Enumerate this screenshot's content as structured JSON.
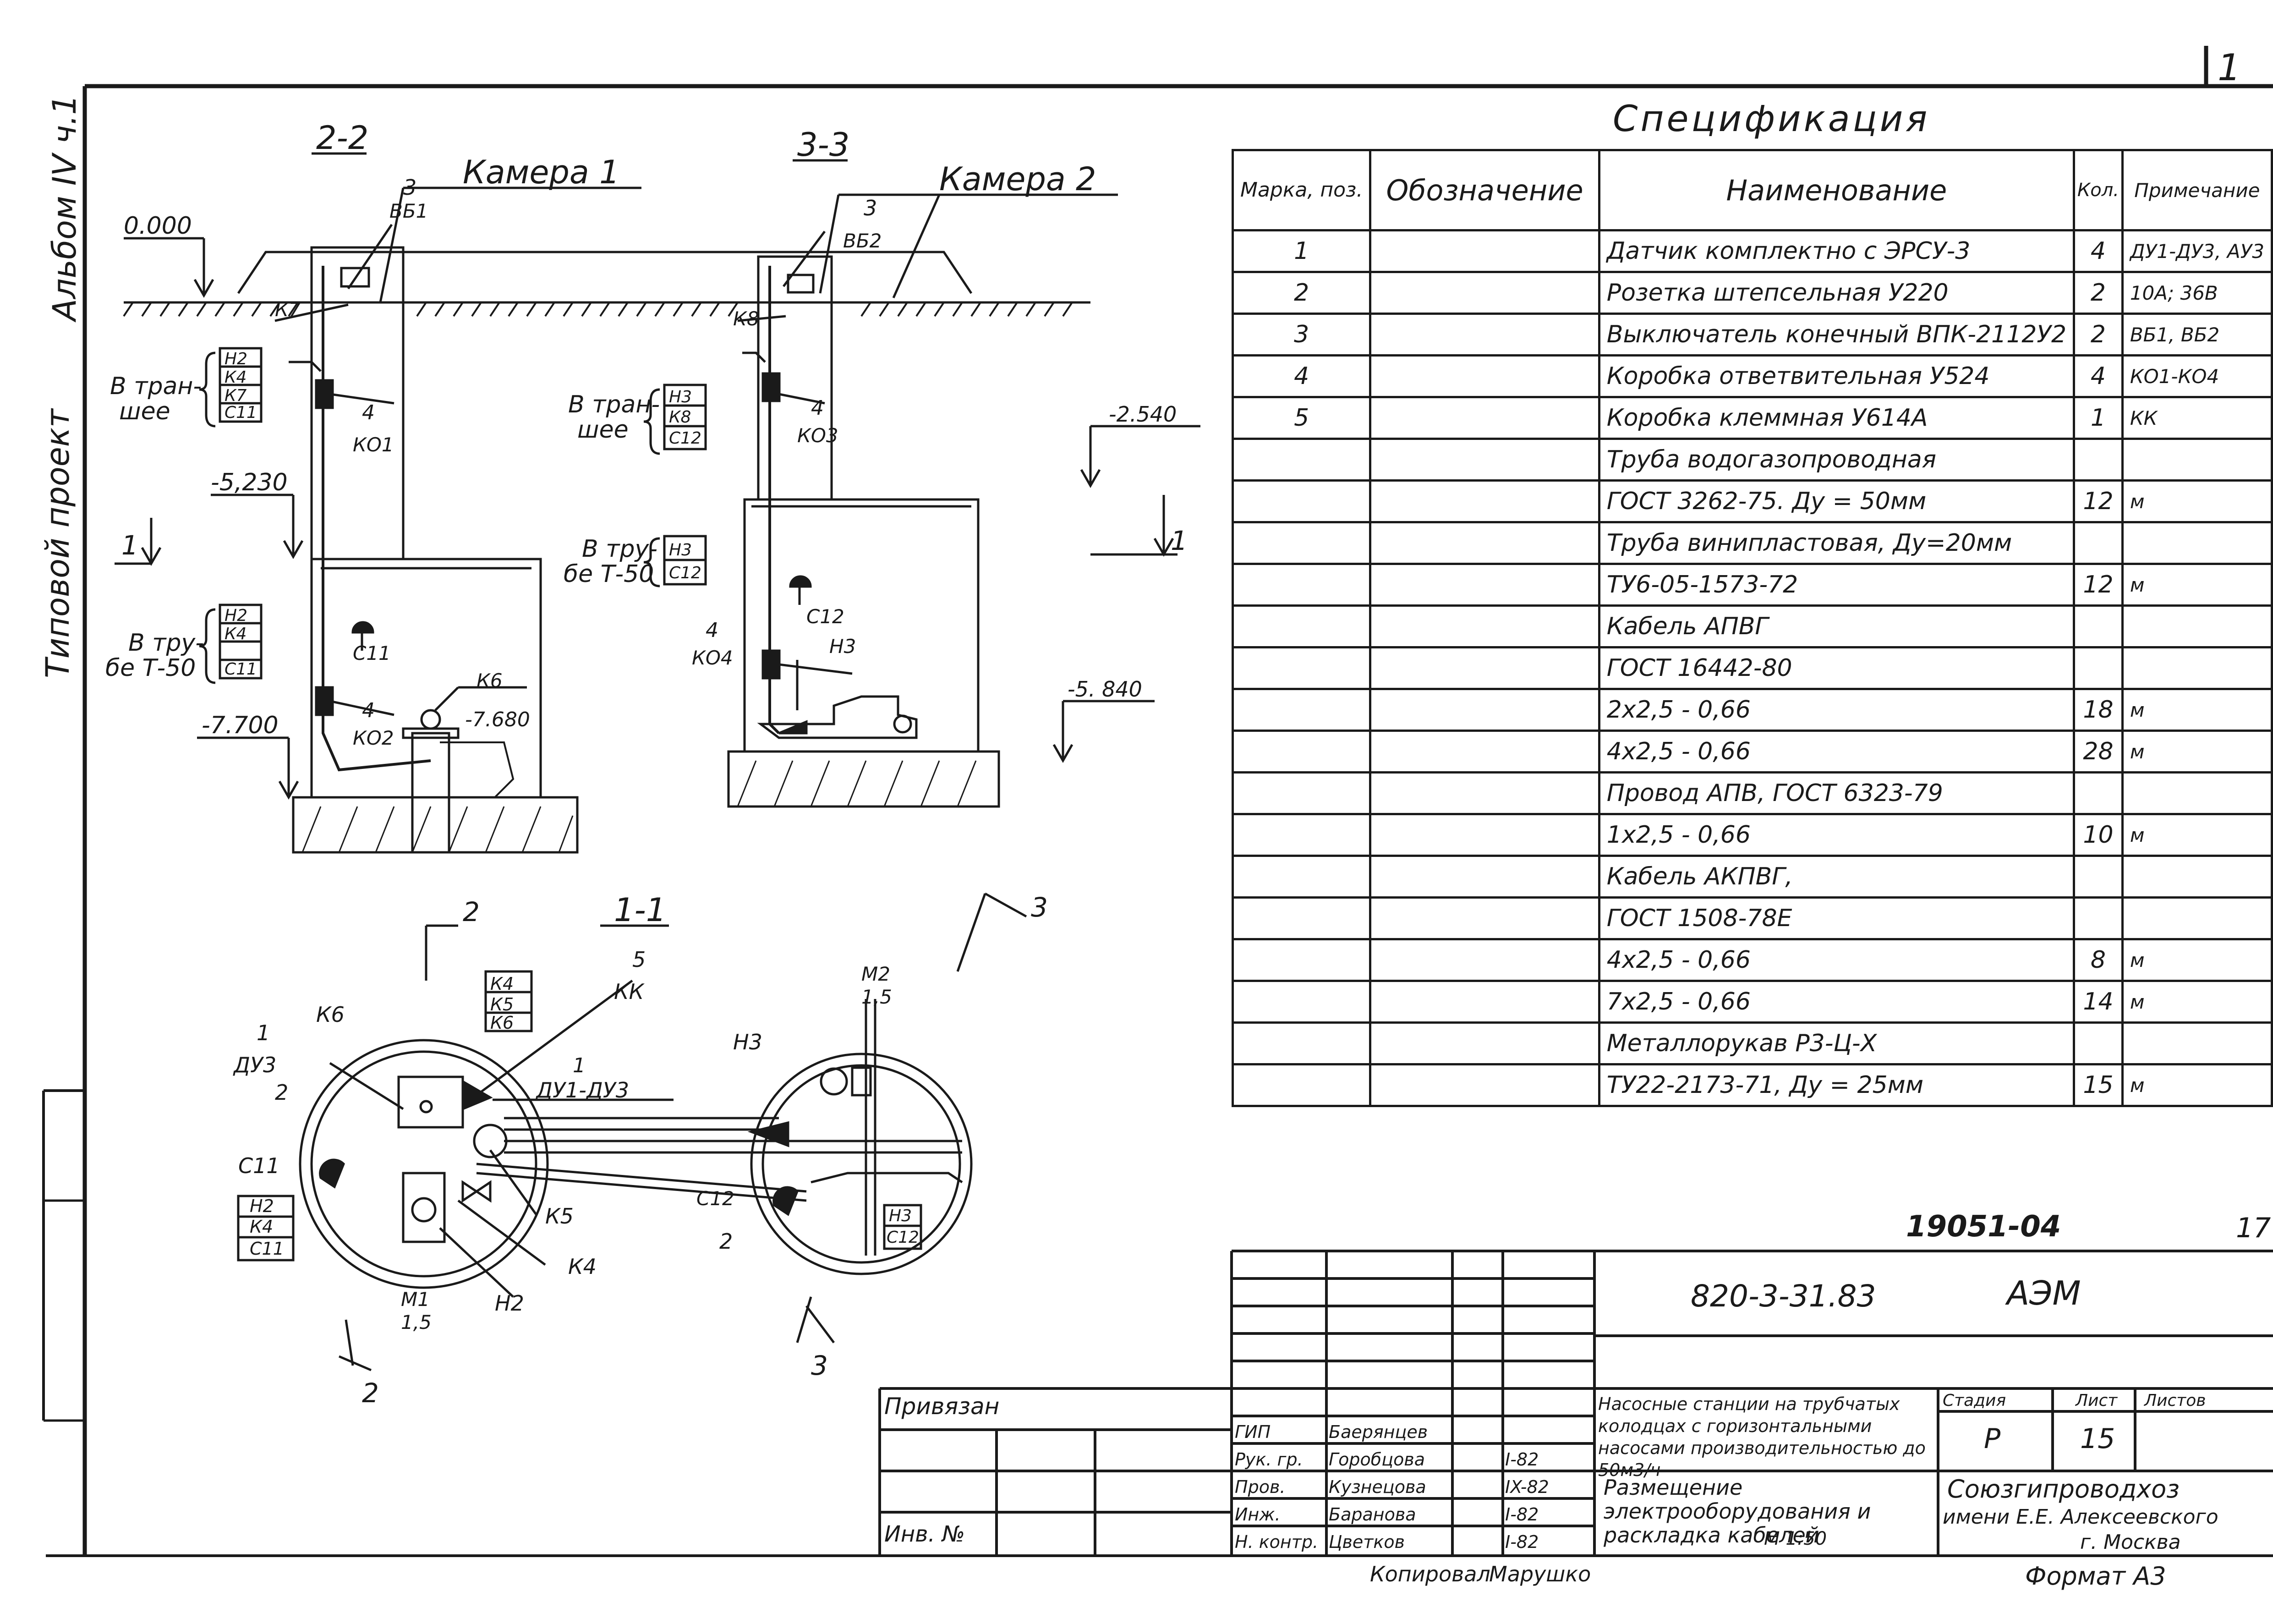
{
  "sheet_number_corner": "1",
  "side_labels": {
    "album": "Альбом IV ч.1",
    "project": "Типовой проект"
  },
  "drawing": {
    "section_22": "2-2",
    "section_33": "3-3",
    "section_11": "1-1",
    "camera1": "Камера 1",
    "camera2": "Камера 2",
    "level_0": "0.000",
    "level_5230": "-5,230",
    "level_7700": "-7.700",
    "level_7680": "-7.680",
    "level_2540": "-2.540",
    "level_5840": "-5. 840",
    "in_trench_1": "В тран-",
    "in_trench_2": "шее",
    "in_pipe_1": "В тру-",
    "in_pipe_2": "бе Т-50",
    "tags": {
      "t3": "3",
      "vb1": "ВБ1",
      "vb2": "ВБ2",
      "k7": "К7",
      "k8": "К8",
      "n2": "Н2",
      "k4": "К4",
      "c11": "С11",
      "n3": "Н3",
      "c12": "С12",
      "n4": "4",
      "ko1": "КО1",
      "ko2": "КО2",
      "ko3": "КО3",
      "ko4": "КО4",
      "k6": "К6",
      "k5": "К5",
      "kk": "КК",
      "n5": "5",
      "n1": "1",
      "n2n": "2",
      "du3": "ДУ3",
      "du1du3": "ДУ1-ДУ3",
      "m1": "М1",
      "m2": "М2",
      "v15": "1,5",
      "sec1": "1",
      "sec2": "2",
      "sec3": "3"
    }
  },
  "spec": {
    "title": "Спецификация",
    "headers": {
      "mark": "Марка, поз.",
      "designation": "Обозначение",
      "name": "Наименование",
      "qty": "Кол.",
      "note": "Примечание"
    },
    "rows": [
      {
        "mark": "1",
        "name": "Датчик комплектно с ЭРСУ-3",
        "qty": "4",
        "note": "ДУ1-ДУ3, АУ3"
      },
      {
        "mark": "2",
        "name": "Розетка штепсельная У220",
        "qty": "2",
        "note": "10А; 36В"
      },
      {
        "mark": "3",
        "name": "Выключатель конечный ВПК-2112У2",
        "qty": "2",
        "note": "ВБ1, ВБ2"
      },
      {
        "mark": "4",
        "name": "Коробка ответвительная У524",
        "qty": "4",
        "note": "КО1-КО4"
      },
      {
        "mark": "5",
        "name": "Коробка клеммная У614А",
        "qty": "1",
        "note": "КК"
      },
      {
        "mark": "",
        "name": "Труба водогазопроводная",
        "qty": "",
        "note": ""
      },
      {
        "mark": "",
        "name": "ГОСТ 3262-75. Ду = 50мм",
        "qty": "12",
        "note": "м"
      },
      {
        "mark": "",
        "name": "Труба винипластовая, Ду=20мм",
        "qty": "",
        "note": ""
      },
      {
        "mark": "",
        "name": "ТУ6-05-1573-72",
        "qty": "12",
        "note": "м"
      },
      {
        "mark": "",
        "name": "Кабель АПВГ",
        "qty": "",
        "note": ""
      },
      {
        "mark": "",
        "name": "ГОСТ 16442-80",
        "qty": "",
        "note": ""
      },
      {
        "mark": "",
        "name": "2х2,5 - 0,66",
        "qty": "18",
        "note": "м"
      },
      {
        "mark": "",
        "name": "4х2,5 - 0,66",
        "qty": "28",
        "note": "м"
      },
      {
        "mark": "",
        "name": "Провод АПВ, ГОСТ 6323-79",
        "qty": "",
        "note": ""
      },
      {
        "mark": "",
        "name": "1х2,5 - 0,66",
        "qty": "10",
        "note": "м"
      },
      {
        "mark": "",
        "name": "Кабель АКПВГ,",
        "qty": "",
        "note": ""
      },
      {
        "mark": "",
        "name": "ГОСТ 1508-78Е",
        "qty": "",
        "note": ""
      },
      {
        "mark": "",
        "name": "4х2,5 - 0,66",
        "qty": "8",
        "note": "м"
      },
      {
        "mark": "",
        "name": "7х2,5 - 0,66",
        "qty": "14",
        "note": "м"
      },
      {
        "mark": "",
        "name": "Металлорукав Р3-Ц-Х",
        "qty": "",
        "note": ""
      },
      {
        "mark": "",
        "name": "ТУ22-2173-71, Ду = 25мм",
        "qty": "15",
        "note": "м"
      }
    ]
  },
  "titleblock": {
    "inventory_number": "19051-04",
    "page": "17",
    "code": "820-3-31.83",
    "part": "АЭМ",
    "privyazan": "Привязан",
    "inv_no": "Инв. №",
    "staff": [
      {
        "role": "ГИП",
        "name": "Баерянцев",
        "date": ""
      },
      {
        "role": "Рук. гр.",
        "name": "Горобцова",
        "date": "I-82"
      },
      {
        "role": "Пров.",
        "name": "Кузнецова",
        "date": "IX-82"
      },
      {
        "role": "Инж.",
        "name": "Баранова",
        "date": "I-82"
      },
      {
        "role": "Н. контр.",
        "name": "Цветков",
        "date": "I-82"
      }
    ],
    "object_title": "Насосные станции на трубчатых колодцах с горизонтальными насосами производительностью до 50м3/ч",
    "sheet_title": "Размещение электрооборудования и раскладка кабелей",
    "scale": "М 1:50",
    "stage_header": "Стадия",
    "sheet_header": "Лист",
    "sheets_header": "Листов",
    "stage": "Р",
    "sheet_no": "15",
    "org_line1": "Союзгипроводхоз",
    "org_line2": "имени Е.Е. Алексеевского",
    "org_line3": "г. Москва",
    "copied": "Копировал",
    "copier": "Марушко",
    "format": "Формат А3"
  }
}
